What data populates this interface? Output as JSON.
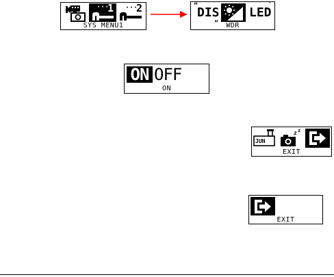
{
  "sys_menu": {
    "caption": "SYS MENU1",
    "page_1": "1",
    "page_2": "2"
  },
  "wdr_menu": {
    "caption": "WDR",
    "dis_label": "DIS",
    "led_label": "LED"
  },
  "onoff_menu": {
    "on_label": "ON",
    "off_label": "OFF",
    "caption": "ON"
  },
  "exit_menu_full": {
    "caption": "EXIT",
    "date_label": "JUN"
  },
  "exit_menu_small": {
    "caption": "EXIT"
  },
  "colors": {
    "arrow": "#ff0000",
    "lcd_ink": "#000000",
    "lcd_bg": "#ffffff"
  }
}
